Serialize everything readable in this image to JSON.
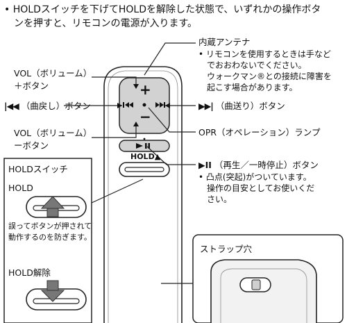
{
  "intro": {
    "bullet": "•",
    "line1": "HOLDスイッチを下げてHOLDを解除した状態で、いずれかの操作ボタ",
    "line2": "ンを押すと、リモコンの電源が入ります。"
  },
  "callouts": {
    "antenna_title": "内蔵アンテナ",
    "antenna_note": [
      "• リモコンを使用するときは手など",
      "　でおおわないでください。",
      "　ウォークマン®との接続に障害を",
      "　起こす場合があります。"
    ],
    "vol_plus_line1": "VOL（ボリューム）",
    "vol_plus_line2": "＋ボタン",
    "prev": "（曲戻し）ボタン",
    "next": "（曲送り）ボタン",
    "vol_minus_line1": "VOL（ボリューム）",
    "vol_minus_line2": "ーボタン",
    "opr_lamp": "OPR（オペレーション）ランプ",
    "play_pause": "（再生／一時停止）ボタン",
    "bump_note": [
      "• 凸点(突起)がついています。",
      "　操作の目安としてお使いくだ",
      "　さい。"
    ]
  },
  "remote": {
    "plus_symbol": "+",
    "minus_symbol": "−",
    "hold_text": "HOLD▲"
  },
  "hold_box": {
    "title": "HOLDスイッチ",
    "hold_label": "HOLD",
    "hold_note_line1": "誤ってボタンが押されて",
    "hold_note_line2": "動作するのを防ぎます。",
    "release_label": "HOLD解除"
  },
  "strap_box": {
    "title": "ストラップ穴"
  }
}
